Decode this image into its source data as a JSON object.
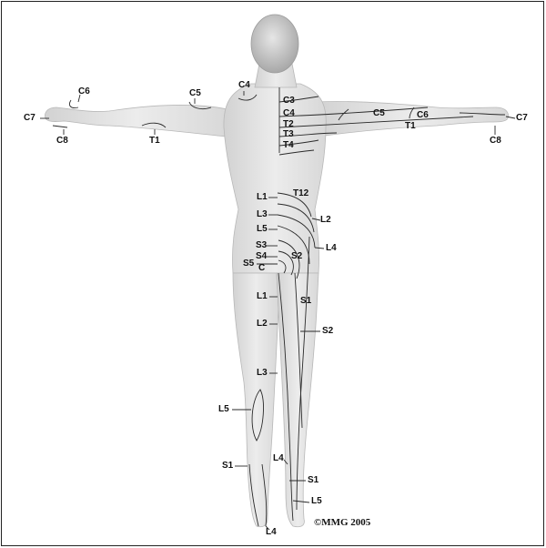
{
  "labels": {
    "C6_left": "C6",
    "C7_left": "C7",
    "C8_left": "C8",
    "C5_left": "C5",
    "T1_left": "T1",
    "C4_top": "C4",
    "C3": "C3",
    "C4": "C4",
    "T2": "T2",
    "T3": "T3",
    "T4": "T4",
    "C5_right": "C5",
    "C6_right": "C6",
    "T1_right": "T1",
    "C7_right": "C7",
    "C8_right": "C8",
    "L1_top": "L1",
    "T12": "T12",
    "L3_top": "L3",
    "L2_top": "L2",
    "L5_top": "L5",
    "L4_top": "L4",
    "S3": "S3",
    "S4": "S4",
    "S2_top": "S2",
    "S5": "S5",
    "C": "C",
    "L1_thigh": "L1",
    "S1_thigh": "S1",
    "L2_thigh": "L2",
    "S2_thigh": "S2",
    "L3_knee": "L3",
    "L5_calf": "L5",
    "S1_calf": "S1",
    "L4_shin": "L4",
    "S1_ankle": "S1",
    "L5_ankle": "L5",
    "L4_foot": "L4"
  },
  "copyright": "©MMG 2005"
}
